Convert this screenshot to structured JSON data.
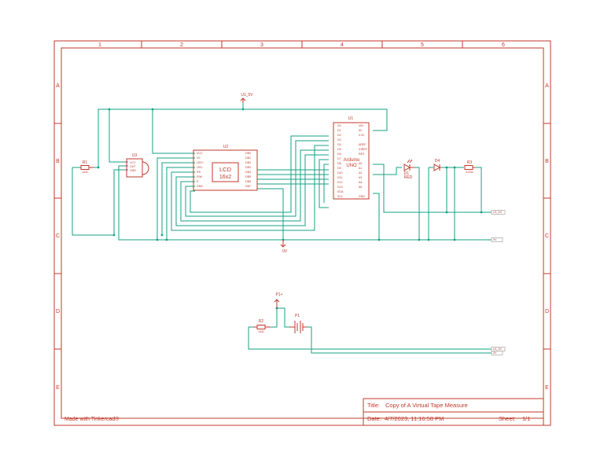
{
  "grid": {
    "columns": [
      "1",
      "2",
      "3",
      "4",
      "5",
      "6"
    ],
    "rows": [
      "A",
      "B",
      "C",
      "D",
      "E"
    ]
  },
  "branding": {
    "made_with": "Made with Tinkercad®"
  },
  "title_block": {
    "title_label": "Title:",
    "title_value": "Copy of A Virtual Tape Measure",
    "date_label": "Date:",
    "date_value": "4/7/2023, 11:16:58 PM",
    "sheet_label": "Sheet:",
    "sheet_value": "1/1"
  },
  "components": {
    "r1": {
      "ref": "R1",
      "value": "1kΩ"
    },
    "u3": {
      "ref": "U3",
      "pins": [
        "VCC",
        "OUT",
        "GND"
      ]
    },
    "u2": {
      "ref": "U2",
      "body_line1": "LCD",
      "body_line2": "16x2",
      "pins_left": [
        "VCC",
        "V0",
        "LED+",
        "LED-",
        "RS",
        "R/W",
        "E",
        "GND"
      ],
      "pins_right": [
        "DB0",
        "DB1",
        "DB2",
        "DB3",
        "DB4",
        "DB5",
        "DB6",
        "DB7"
      ]
    },
    "u1": {
      "ref": "U1",
      "body_line1": "Arduino",
      "body_line2": "UNO",
      "pins_left": [
        "D0",
        "D1",
        "D2",
        "D3",
        "D4",
        "D5",
        "D6",
        "D7",
        "D8",
        "D9",
        "D10",
        "D11",
        "D12",
        "D13",
        "SDA",
        "SCL"
      ],
      "pins_right": [
        "VIN",
        "5V",
        "3.3V",
        "",
        "AREF",
        "IOREF",
        "RES",
        "",
        "A0",
        "A1",
        "A2",
        "A3",
        "A4",
        "A5",
        "",
        "GND"
      ]
    },
    "d1": {
      "ref": "D1",
      "value": "RED"
    },
    "d4": {
      "ref": "D4"
    },
    "r3": {
      "ref": "R3",
      "value": "220Ω"
    },
    "r2": {
      "ref": "R2",
      "value": "1kΩ"
    },
    "p1": {
      "ref": "P1"
    }
  },
  "net_labels": {
    "u1_5v": "U1_5V",
    "gnd": "0V",
    "p1_plus": "P1+",
    "off_a": "U1_5V",
    "off_b": "0V",
    "off_c": "U1_5V",
    "off_d": "0V"
  },
  "colors": {
    "frame": "#c0392b",
    "wire": "#16a085",
    "connector": "#b0b0b0"
  }
}
